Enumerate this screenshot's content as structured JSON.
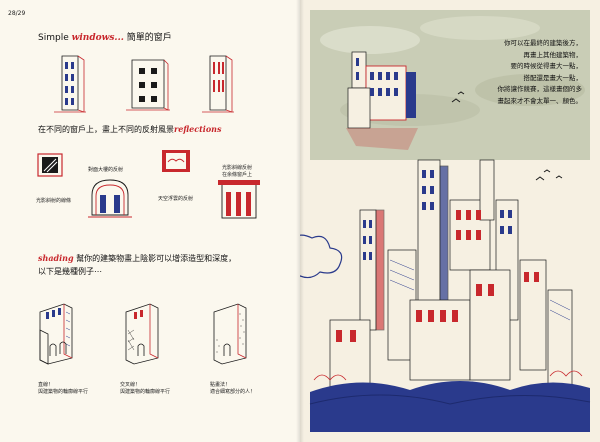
{
  "page_number": "28/29",
  "left": {
    "title_prefix": "Simple",
    "title_accent": "windows...",
    "title_suffix": "簡單的窗戶",
    "section2_prefix": "在不同的窗戶上，畫上不同的反射風景",
    "section2_accent": "reflections",
    "reflection_notes": [
      "光影斜射的線條",
      "對面大樓的反射",
      "天空浮雲的反射",
      "光影斜線反射\n在余條窗戶上"
    ],
    "section3_accent": "shading",
    "section3_line1": "幫你的建築物畫上陰影可以增添造型和深度，",
    "section3_line2": "以下是幾種例子⋯",
    "shading_notes": [
      "直線！\n與建築物的輪廓線平行",
      "交叉線！\n與建築物的輪廓線平行",
      "點畫法！\n適合細寫部分的人！"
    ]
  },
  "right": {
    "text_lines": [
      "你可以在最終的建築後方，",
      "再畫上其他建築物，",
      "要的時候從得畫大一點，",
      "搭配還是畫大一點，",
      "你將讓作競賽，這樣畫個的多",
      "畫起來才不會太單一、顏色。"
    ]
  },
  "colors": {
    "red": "#c8282d",
    "blue": "#2a3a8c",
    "ink": "#1a1a1a",
    "sky": "#c9cdb6"
  }
}
